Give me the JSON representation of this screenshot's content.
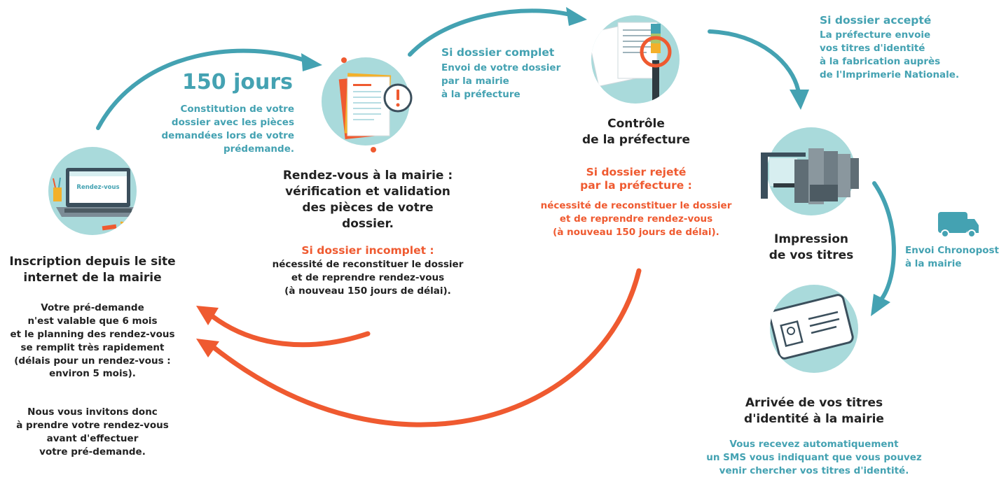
{
  "colors": {
    "teal": "#44a2b2",
    "orange": "#ef5a30",
    "circle": "#a9dadb",
    "dark": "#222222"
  },
  "icons": {
    "step1": "laptop-icon",
    "step2": "documents-alert-icon",
    "step3": "magnifier-documents-icon",
    "step4": "printing-press-icon",
    "step5": "id-card-icon",
    "transport": "truck-icon"
  },
  "step1": {
    "screen_label": "Rendez-vous",
    "title": [
      "Inscription depuis le site",
      "internet de la mairie"
    ],
    "desc": [
      "Votre pré-demande",
      "n'est valable que 6 mois",
      "et le planning des rendez-vous",
      "se remplit très rapidement",
      "(délais pour un rendez-vous :",
      "environ 5 mois)."
    ],
    "desc2": [
      "Nous vous invitons donc",
      "à prendre votre rendez-vous",
      "avant d'effectuer",
      "votre pré-demande."
    ]
  },
  "duration": {
    "title": "150 jours",
    "desc": [
      "Constitution de votre",
      "dossier avec les pièces",
      "demandées lors de votre",
      "prédemande."
    ]
  },
  "step2": {
    "title": [
      "Rendez-vous à la mairie :",
      "vérification et validation",
      "des pièces de votre",
      "dossier."
    ],
    "incomplete_title": "Si dossier incomplet :",
    "incomplete_desc": [
      "nécessité de reconstituer le dossier",
      "et de reprendre rendez-vous",
      "(à nouveau 150 jours de délai)."
    ]
  },
  "complete": {
    "title": "Si dossier complet",
    "desc": [
      "Envoi de votre dossier",
      "par la mairie",
      "à la préfecture"
    ]
  },
  "step3": {
    "title": [
      "Contrôle",
      "de la préfecture"
    ],
    "rejected_title": [
      "Si dossier rejeté",
      "par la préfecture :"
    ],
    "rejected_desc": [
      "nécessité de reconstituer le dossier",
      "et de reprendre rendez-vous",
      "(à nouveau 150 jours de délai)."
    ]
  },
  "accepted": {
    "title": "Si dossier accepté",
    "desc": [
      "La préfecture envoie",
      "vos titres d'identité",
      "à la fabrication auprès",
      "de l'Imprimerie Nationale."
    ]
  },
  "step4": {
    "title": [
      "Impression",
      "de vos titres"
    ]
  },
  "shipping": {
    "desc": [
      "Envoi Chronopost",
      "à la mairie"
    ]
  },
  "step5": {
    "title": [
      "Arrivée de vos titres",
      "d'identité à la mairie"
    ],
    "desc": [
      "Vous recevez automatiquement",
      "un SMS vous indiquant que vous pouvez",
      "venir chercher vos titres d'identité."
    ]
  }
}
